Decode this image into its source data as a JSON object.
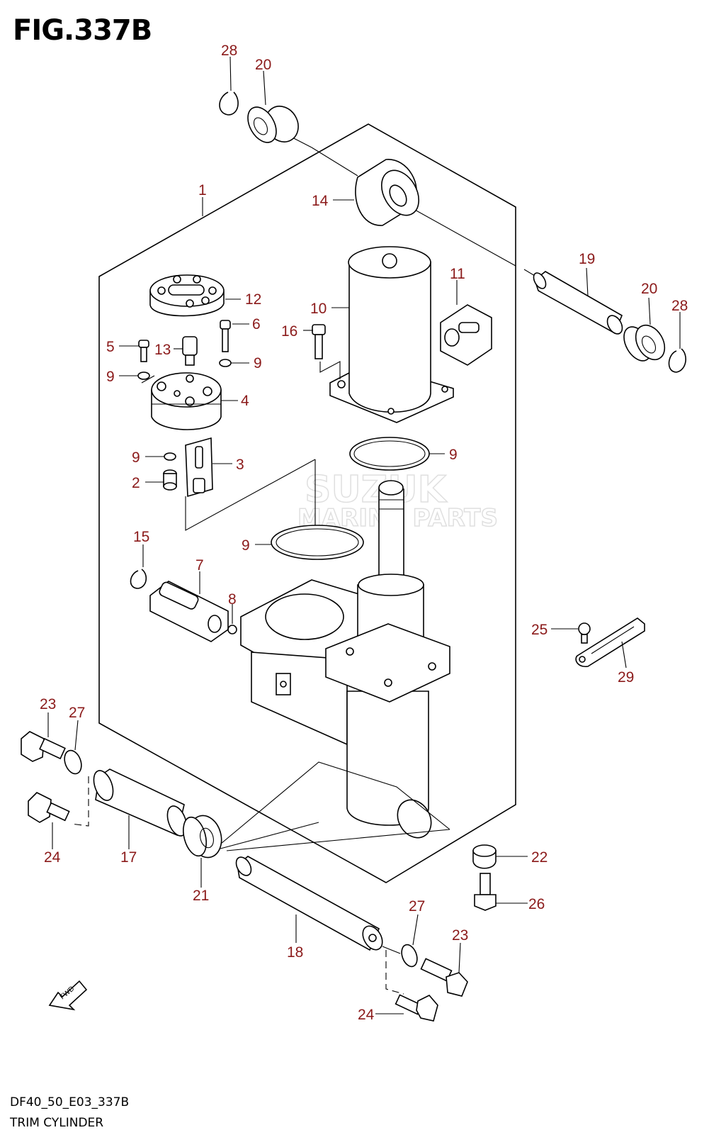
{
  "figure": {
    "title": "FIG.337B",
    "code": "DF40_50_E03_337B",
    "name": "TRIM CYLINDER"
  },
  "watermark": {
    "line1": "SUZUK",
    "line2": "MARINE PARTS"
  },
  "fwd_label": "FWD",
  "callouts": [
    "28",
    "20",
    "1",
    "14",
    "19",
    "20",
    "28",
    "11",
    "12",
    "10",
    "6",
    "16",
    "5",
    "13",
    "9",
    "9",
    "4",
    "3",
    "9",
    "2",
    "9",
    "9",
    "15",
    "7",
    "8",
    "25",
    "29",
    "23",
    "27",
    "24",
    "17",
    "21",
    "22",
    "26",
    "18",
    "27",
    "23",
    "24"
  ]
}
